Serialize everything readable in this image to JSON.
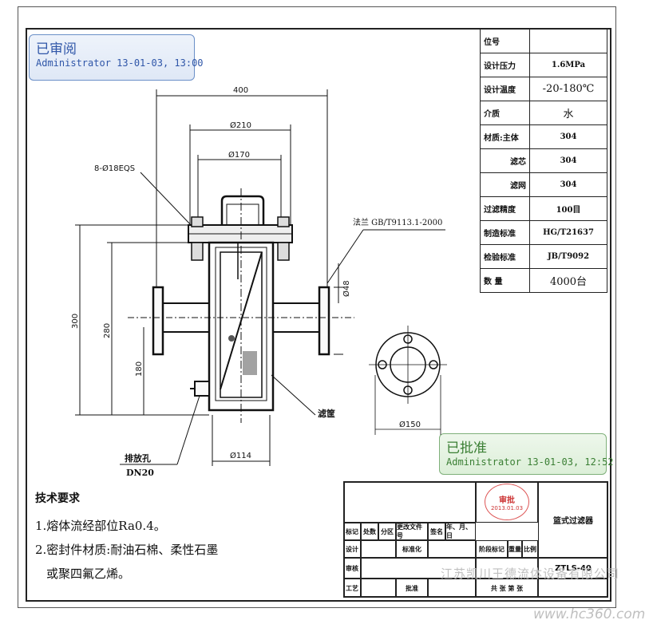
{
  "stamps": {
    "reviewed": {
      "title": "已审阅",
      "byline": "Administrator 13-01-03, 13:00"
    },
    "approved": {
      "title": "已批准",
      "byline": "Administrator 13-01-03, 12:52"
    }
  },
  "drawing": {
    "dim_400": "400",
    "dim_210": "Ø210",
    "dim_170": "Ø170",
    "bolt_holes": "8-Ø18EQS",
    "flange_std": "法兰 GB/T9113.1-2000",
    "dim_48": "Ø48",
    "dim_300": "300",
    "dim_280": "280",
    "dim_180": "180",
    "basket_label": "滤筐",
    "dim_150": "Ø150",
    "drain_label": "排放孔",
    "drain_size": "DN20",
    "dim_114": "Ø114"
  },
  "spec_table": [
    {
      "key": "位号",
      "value": ""
    },
    {
      "key": "设计压力",
      "value": "1.6MPa"
    },
    {
      "key": "设计温度",
      "value": "-20-180℃"
    },
    {
      "key": "介质",
      "value": "水"
    },
    {
      "key": "材质:主体",
      "value": "304"
    },
    {
      "key": "滤芯",
      "value": "304"
    },
    {
      "key": "滤网",
      "value": "304"
    },
    {
      "key": "过滤精度",
      "value": "100目"
    },
    {
      "key": "制造标准",
      "value": "HG/T21637"
    },
    {
      "key": "检验标准",
      "value": "JB/T9092"
    },
    {
      "key": "数 量",
      "value": "4000台"
    }
  ],
  "requirements": {
    "title": "技术要求",
    "items": [
      "1.熔体流经部位Ra0.4。",
      "2.密封件材质:耐油石棉、柔性石墨",
      "或聚四氟乙烯。"
    ]
  },
  "title_block": {
    "product_name": "篮式过滤器",
    "model": "ZTLS-40",
    "seal_top": "审批",
    "seal_date": "2013.01.03",
    "row_labels": [
      "标记",
      "处数",
      "分区",
      "更改文件号",
      "签名",
      "年、月、日"
    ],
    "designer": "设计",
    "standardized": "标准化",
    "stage_labels": "阶段标记",
    "weight": "重量",
    "ratio": "比例",
    "reviewer": "审核",
    "process": "工艺",
    "approve": "批准",
    "sheets": "共 张 第 张"
  },
  "watermark": {
    "company": "江苏凯川王德流体设备有限公司",
    "site": "www.hc360.com"
  }
}
